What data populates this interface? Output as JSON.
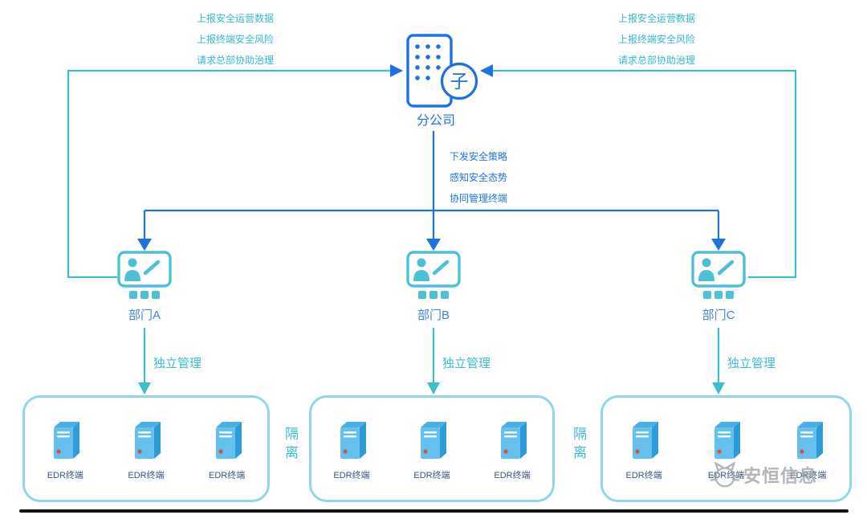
{
  "hq": {
    "label": "分公司",
    "badge": "子"
  },
  "feedback_left": {
    "lines": [
      "上报安全运营数据",
      "上报终端安全风险",
      "请求总部协助治理"
    ]
  },
  "feedback_right": {
    "lines": [
      "上报安全运营数据",
      "上报终端安全风险",
      "请求总部协助治理"
    ]
  },
  "directives": {
    "lines": [
      "下发安全策略",
      "感知安全态势",
      "协同管理终端"
    ]
  },
  "departments": [
    {
      "label": "部门A",
      "manage_label": "独立管理",
      "endpoints": [
        "EDR终端",
        "EDR终端",
        "EDR终端"
      ]
    },
    {
      "label": "部门B",
      "manage_label": "独立管理",
      "endpoints": [
        "EDR终端",
        "EDR终端",
        "EDR终端"
      ]
    },
    {
      "label": "部门C",
      "manage_label": "独立管理",
      "endpoints": [
        "EDR终端",
        "EDR终端",
        "EDR终端"
      ]
    }
  ],
  "isolation": {
    "labels": [
      "隔离",
      "隔离"
    ]
  },
  "watermark": {
    "text": "安恒信息"
  },
  "icons": {
    "hq": "building-icon",
    "department": "presentation-icon",
    "endpoint": "server-icon",
    "watermark": "cat-logo-icon"
  },
  "colors": {
    "directive_blue": "#1e72de",
    "feedback_cyan": "#3fbbce",
    "box_border_cyan": "#8bd9e8",
    "endpoint_label_navy": "#35567d",
    "server_front_blue": "#63c0ef",
    "server_side_blue": "#2e9bd9",
    "status_dot_red": "#e04b3a",
    "watermark_gray": "#9fa3a7"
  }
}
